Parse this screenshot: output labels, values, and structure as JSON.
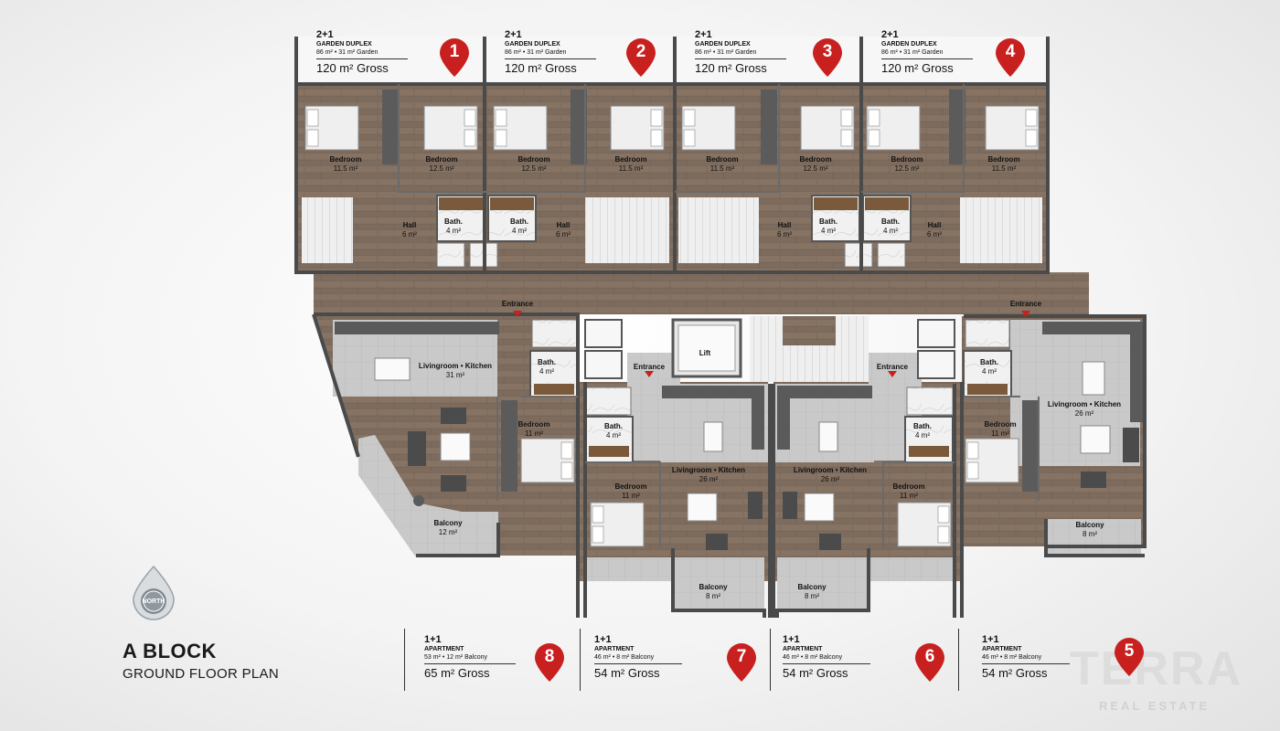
{
  "header": {
    "title": "A BLOCK",
    "subtitle": "GROUND FLOOR PLAN",
    "compass": "NORTH"
  },
  "brand": {
    "name": "TERRA",
    "tagline": "REAL ESTATE"
  },
  "colors": {
    "wood": "#7d6b5d",
    "tile": "#c7c7c7",
    "wall": "#4a4a4a",
    "pin": "#c8201f"
  },
  "duplex_units": [
    {
      "number": "1",
      "type": "2+1",
      "subtype": "GARDEN DUPLEX",
      "area": "86 m² • 31 m² Garden",
      "gross": "120 m² Gross"
    },
    {
      "number": "2",
      "type": "2+1",
      "subtype": "GARDEN DUPLEX",
      "area": "86 m² • 31 m² Garden",
      "gross": "120 m² Gross"
    },
    {
      "number": "3",
      "type": "2+1",
      "subtype": "GARDEN DUPLEX",
      "area": "86 m² • 31 m² Garden",
      "gross": "120 m² Gross"
    },
    {
      "number": "4",
      "type": "2+1",
      "subtype": "GARDEN DUPLEX",
      "area": "86 m² • 31 m² Garden",
      "gross": "120 m² Gross"
    }
  ],
  "apartment_units": [
    {
      "number": "8",
      "type": "1+1",
      "subtype": "APARTMENT",
      "area": "53 m² • 12 m² Balcony",
      "gross": "65 m² Gross"
    },
    {
      "number": "7",
      "type": "1+1",
      "subtype": "APARTMENT",
      "area": "46 m² • 8 m² Balcony",
      "gross": "54 m² Gross"
    },
    {
      "number": "6",
      "type": "1+1",
      "subtype": "APARTMENT",
      "area": "46 m² • 8 m² Balcony",
      "gross": "54 m² Gross"
    },
    {
      "number": "5",
      "type": "1+1",
      "subtype": "APARTMENT",
      "area": "46 m² • 8 m² Balcony",
      "gross": "54 m² Gross"
    }
  ],
  "rooms": [
    {
      "name": "Bedroom",
      "area": "11.5 m²"
    },
    {
      "name": "Bedroom",
      "area": "12.5 m²"
    },
    {
      "name": "Bedroom",
      "area": "12.5 m²"
    },
    {
      "name": "Bedroom",
      "area": "11.5 m²"
    },
    {
      "name": "Bedroom",
      "area": "11.5 m²"
    },
    {
      "name": "Bedroom",
      "area": "12.5 m²"
    },
    {
      "name": "Bedroom",
      "area": "12.5 m²"
    },
    {
      "name": "Bedroom",
      "area": "11.5 m²"
    },
    {
      "name": "Hall",
      "area": "6 m²"
    },
    {
      "name": "Bath.",
      "area": "4 m²"
    },
    {
      "name": "Bath.",
      "area": "4 m²"
    },
    {
      "name": "Hall",
      "area": "6 m²"
    },
    {
      "name": "Hall",
      "area": "6 m²"
    },
    {
      "name": "Bath.",
      "area": "4 m²"
    },
    {
      "name": "Bath.",
      "area": "4 m²"
    },
    {
      "name": "Hall",
      "area": "6 m²"
    },
    {
      "name": "Livingroom • Kitchen",
      "area": "31 m²"
    },
    {
      "name": "Bath.",
      "area": "4 m²"
    },
    {
      "name": "Bedroom",
      "area": "11 m²"
    },
    {
      "name": "Balcony",
      "area": "12 m²"
    },
    {
      "name": "Bath.",
      "area": "4 m²"
    },
    {
      "name": "Bedroom",
      "area": "11 m²"
    },
    {
      "name": "Livingroom • Kitchen",
      "area": "26 m²"
    },
    {
      "name": "Balcony",
      "area": "8 m²"
    },
    {
      "name": "Livingroom • Kitchen",
      "area": "26 m²"
    },
    {
      "name": "Balcony",
      "area": "8 m²"
    },
    {
      "name": "Bath.",
      "area": "4 m²"
    },
    {
      "name": "Bedroom",
      "area": "11 m²"
    },
    {
      "name": "Bath.",
      "area": "4 m²"
    },
    {
      "name": "Livingroom • Kitchen",
      "area": "26 m²"
    },
    {
      "name": "Bedroom",
      "area": "11 m²"
    },
    {
      "name": "Balcony",
      "area": "8 m²"
    }
  ],
  "tags": [
    {
      "text": "Entrance"
    },
    {
      "text": "Entrance"
    },
    {
      "text": "Entrance"
    },
    {
      "text": "Entrance"
    },
    {
      "text": "Lift"
    }
  ]
}
